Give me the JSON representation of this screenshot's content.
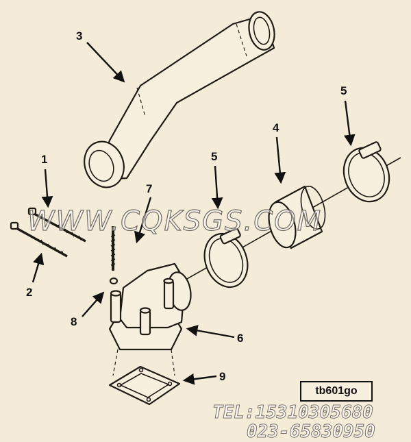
{
  "callouts": {
    "c1": "1",
    "c2": "2",
    "c3": "3",
    "c4": "4",
    "c5a": "5",
    "c5b": "5",
    "c6": "6",
    "c7": "7",
    "c8": "8",
    "c9": "9"
  },
  "drawing_code": "tb601go",
  "watermark": "WWW.CQKSGS.COM",
  "contact": {
    "tel": "TEL:15310305680",
    "phone": "023-65830950"
  },
  "colors": {
    "paper": "#f4ecd8",
    "line": "#1e1a14"
  }
}
